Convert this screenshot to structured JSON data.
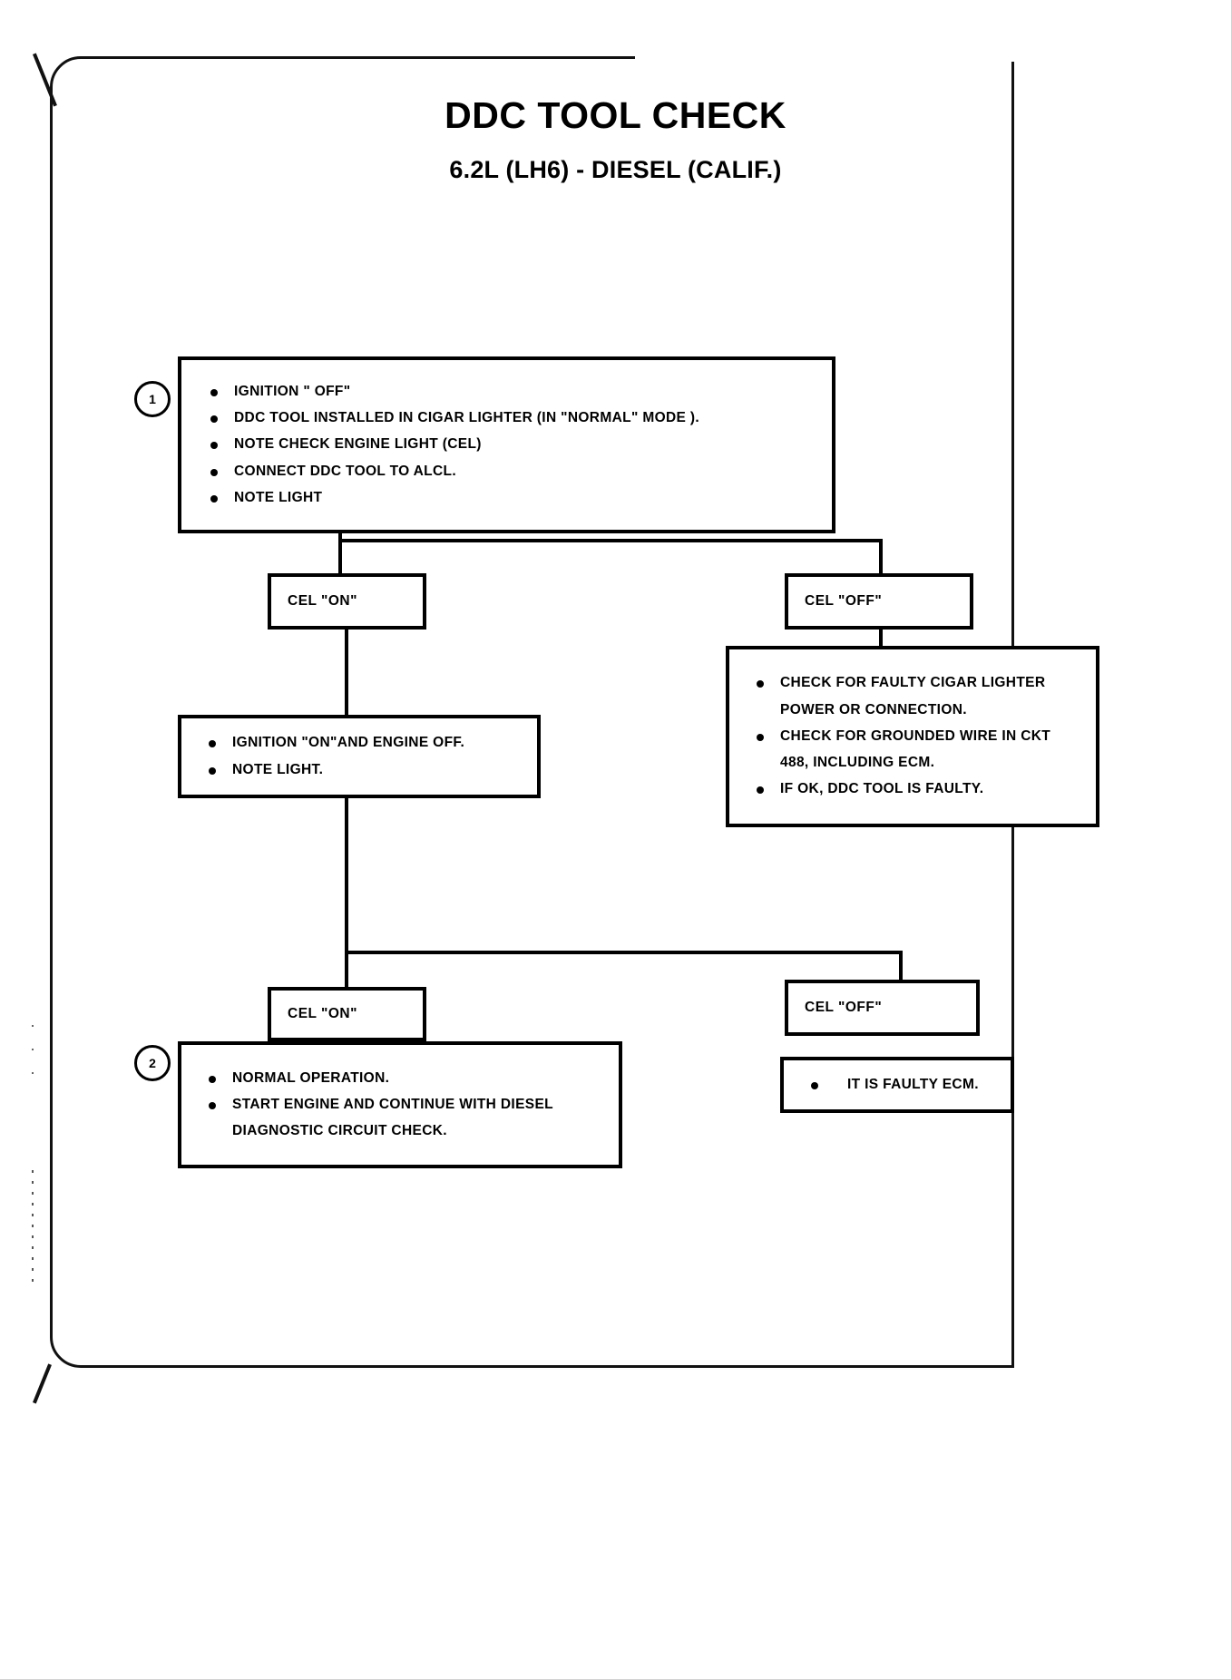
{
  "document": {
    "title": "DDC TOOL CHECK",
    "subtitle": "6.2L (LH6) - DIESEL (CALIF.)"
  },
  "steps": {
    "step1_number": "1",
    "step2_number": "2"
  },
  "nodes": {
    "step1": {
      "name": "initial-conditions-box",
      "bullets": [
        "IGNITION \" OFF\"",
        "DDC TOOL INSTALLED IN CIGAR LIGHTER (IN \"NORMAL\" MODE ).",
        "NOTE CHECK ENGINE LIGHT (CEL)",
        "CONNECT DDC TOOL TO ALCL.",
        "NOTE  LIGHT"
      ]
    },
    "cel_on_1": {
      "label": "CEL \"ON\""
    },
    "cel_off_1": {
      "label": "CEL \"OFF\""
    },
    "cel_off_1_action": {
      "bullets": [
        {
          "text": "CHECK FOR FAULTY CIGAR LIGHTER",
          "bullet": true
        },
        {
          "text": "POWER OR CONNECTION.",
          "bullet": false
        },
        {
          "text": "CHECK FOR GROUNDED WIRE IN CKT",
          "bullet": true
        },
        {
          "text": "488, INCLUDING ECM.",
          "bullet": false
        },
        {
          "text": "IF OK, DDC TOOL IS FAULTY.",
          "bullet": true
        }
      ]
    },
    "ignition_on": {
      "bullets": [
        "IGNITION \"ON\"AND ENGINE OFF.",
        "NOTE LIGHT."
      ]
    },
    "cel_on_2": {
      "label": "CEL \"ON\""
    },
    "cel_off_2": {
      "label": "CEL \"OFF\""
    },
    "normal_operation": {
      "bullets": [
        {
          "text": "NORMAL OPERATION.",
          "bullet": true
        },
        {
          "text": "START ENGINE AND CONTINUE WITH DIESEL",
          "bullet": true
        },
        {
          "text": "DIAGNOSTIC CIRCUIT CHECK.",
          "bullet": false
        }
      ]
    },
    "faulty_ecm": {
      "bullets": [
        {
          "text": "IT IS FAULTY ECM.",
          "bullet": true
        }
      ]
    }
  },
  "colors": {
    "ink": "#000000",
    "paper": "#ffffff"
  }
}
